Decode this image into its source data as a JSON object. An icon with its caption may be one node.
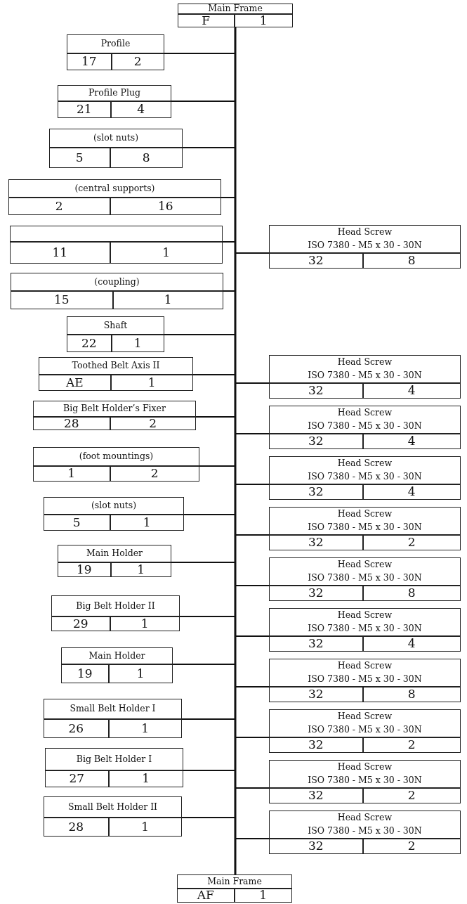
{
  "diagram": {
    "nodes": [
      {
        "text": [
          "Main Frame",
          "F",
          "1"
        ]
      },
      {
        "text": [
          "Profile",
          "17",
          "2"
        ]
      },
      {
        "text": [
          "Profile Plug",
          "21",
          "4"
        ]
      },
      {
        "text": [
          "(slot nuts)",
          "5",
          "8"
        ]
      },
      {
        "text": [
          "(central supports)",
          "2",
          "16"
        ]
      },
      {
        "text": [
          "11",
          "1"
        ]
      },
      {
        "text": [
          "(coupling)",
          "15",
          "1"
        ]
      },
      {
        "text": [
          "Shaft",
          "22",
          "1"
        ]
      },
      {
        "text": [
          "Toothed Belt Axis II",
          "AE",
          "1"
        ]
      },
      {
        "text": [
          "Big Belt Holder’s Fixer",
          "28",
          "2"
        ]
      },
      {
        "text": [
          "(foot mountings)",
          "1",
          "2"
        ]
      },
      {
        "text": [
          "(slot nuts)",
          "5",
          "1"
        ]
      },
      {
        "text": [
          "Main Holder",
          "19",
          "1"
        ]
      },
      {
        "text": [
          "Big Belt Holder II",
          "29",
          "1"
        ]
      },
      {
        "text": [
          "Main Holder",
          "19",
          "1"
        ]
      },
      {
        "text": [
          "Small Belt Holder I",
          "26",
          "1"
        ]
      },
      {
        "text": [
          "Big Belt Holder I",
          "27",
          "1"
        ]
      },
      {
        "text": [
          "Small Belt Holder II",
          "28",
          "1"
        ]
      },
      {
        "text": [
          "Head Screw",
          "ISO 7380 - M5 x 30 - 30N",
          "32",
          "8"
        ]
      },
      {
        "text": [
          "Head Screw",
          "ISO 7380 - M5 x 30 - 30N",
          "32",
          "4"
        ]
      },
      {
        "text": [
          "Head Screw",
          "ISO 7380 - M5 x 30 - 30N",
          "32",
          "4"
        ]
      },
      {
        "text": [
          "Head Screw",
          "ISO 7380 - M5 x 30 - 30N",
          "32",
          "4"
        ]
      },
      {
        "text": [
          "Head Screw",
          "ISO 7380 - M5 x 30 - 30N",
          "32",
          "2"
        ]
      },
      {
        "text": [
          "Head Screw",
          "ISO 7380 - M5 x 30 - 30N",
          "32",
          "8"
        ]
      },
      {
        "text": [
          "Head Screw",
          "ISO 7380 - M5 x 30 - 30N",
          "32",
          "4"
        ]
      },
      {
        "text": [
          "Head Screw",
          "ISO 7380 - M5 x 30 - 30N",
          "32",
          "8"
        ]
      },
      {
        "text": [
          "Head Screw",
          "ISO 7380 - M5 x 30 - 30N",
          "32",
          "2"
        ]
      },
      {
        "text": [
          "Head Screw",
          "ISO 7380 - M5 x 30 - 30N",
          "32",
          "2"
        ]
      },
      {
        "text": [
          "Head Screw",
          "ISO 7380 - M5 x 30 - 30N",
          "32",
          "2"
        ]
      },
      {
        "text": [
          "Main Frame",
          "AF",
          "1"
        ]
      }
    ],
    "edges": [
      {
        "from": 0,
        "to": 29,
        "arrow": "none"
      },
      {
        "from": 1,
        "to": 29,
        "arrow": "none"
      },
      {
        "from": 2,
        "to": 29,
        "arrow": "none"
      },
      {
        "from": 3,
        "to": 29,
        "arrow": "none"
      },
      {
        "from": 4,
        "to": 29,
        "arrow": "none"
      },
      {
        "from": 5,
        "to": 29,
        "arrow": "none"
      },
      {
        "from": 6,
        "to": 29,
        "arrow": "none"
      },
      {
        "from": 7,
        "to": 29,
        "arrow": "none"
      },
      {
        "from": 8,
        "to": 29,
        "arrow": "none"
      },
      {
        "from": 9,
        "to": 29,
        "arrow": "none"
      },
      {
        "from": 10,
        "to": 29,
        "arrow": "none"
      },
      {
        "from": 11,
        "to": 29,
        "arrow": "none"
      },
      {
        "from": 12,
        "to": 29,
        "arrow": "none"
      },
      {
        "from": 13,
        "to": 29,
        "arrow": "none"
      },
      {
        "from": 14,
        "to": 29,
        "arrow": "none"
      },
      {
        "from": 15,
        "to": 29,
        "arrow": "none"
      },
      {
        "from": 16,
        "to": 29,
        "arrow": "none"
      },
      {
        "from": 17,
        "to": 29,
        "arrow": "none"
      },
      {
        "from": 18,
        "to": 29,
        "arrow": "none"
      },
      {
        "from": 19,
        "to": 29,
        "arrow": "none"
      },
      {
        "from": 20,
        "to": 29,
        "arrow": "none"
      },
      {
        "from": 21,
        "to": 29,
        "arrow": "none"
      },
      {
        "from": 22,
        "to": 29,
        "arrow": "none"
      },
      {
        "from": 23,
        "to": 29,
        "arrow": "none"
      },
      {
        "from": 24,
        "to": 29,
        "arrow": "none"
      },
      {
        "from": 25,
        "to": 29,
        "arrow": "none"
      },
      {
        "from": 26,
        "to": 29,
        "arrow": "none"
      },
      {
        "from": 27,
        "to": 29,
        "arrow": "none"
      },
      {
        "from": 28,
        "to": 29,
        "arrow": "none"
      }
    ]
  }
}
